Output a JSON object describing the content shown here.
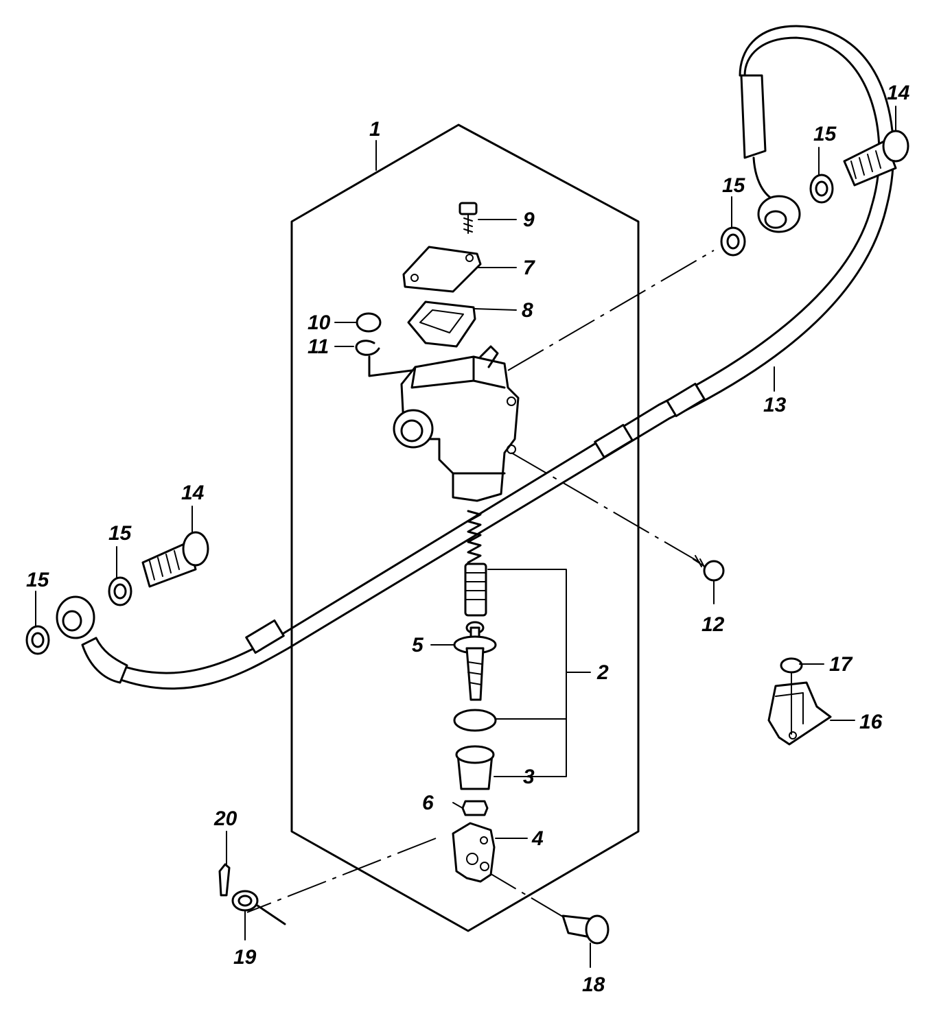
{
  "callouts": {
    "p1": "1",
    "p2": "2",
    "p3": "3",
    "p4": "4",
    "p5": "5",
    "p6": "6",
    "p7": "7",
    "p8": "8",
    "p9": "9",
    "p10": "10",
    "p11": "11",
    "p12": "12",
    "p13": "13",
    "p14a": "14",
    "p14b": "14",
    "p15a": "15",
    "p15b": "15",
    "p15c": "15",
    "p15d": "15",
    "p16": "16",
    "p17": "17",
    "p18": "18",
    "p19": "19",
    "p20": "20"
  }
}
